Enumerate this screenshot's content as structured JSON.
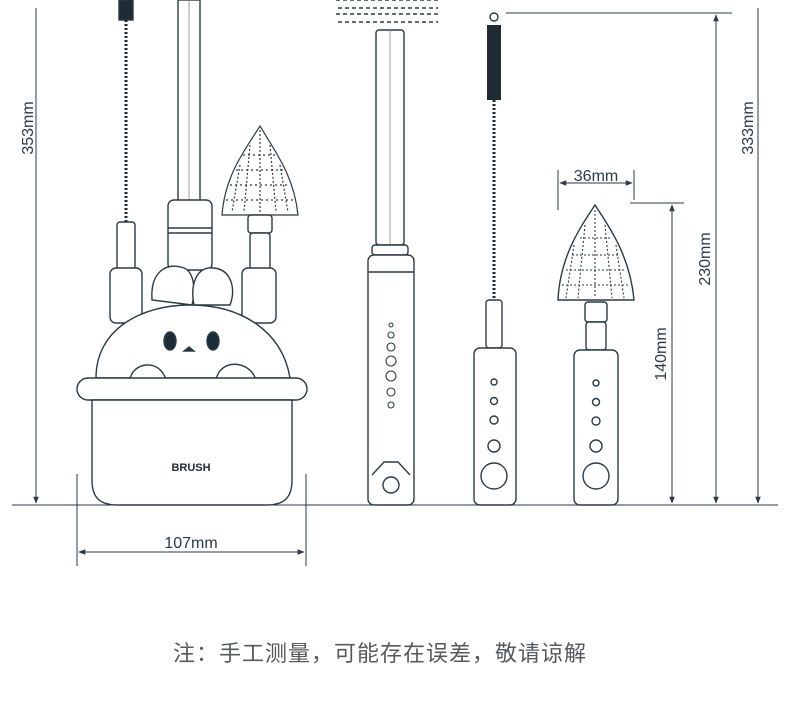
{
  "dimensions": {
    "total_height_set": "353mm",
    "base_width": "107mm",
    "bottle_brush_height": "333mm",
    "nipple_brush_width": "36mm",
    "nipple_brush_height": "230mm",
    "nipple_brush_handle": "140mm"
  },
  "base_label": "BRUSH",
  "note": "注：手工测量，可能存在误差，敬请谅解",
  "colors": {
    "line": "#2a3b45",
    "light": "#7c8a93",
    "text": "#555a5e"
  }
}
